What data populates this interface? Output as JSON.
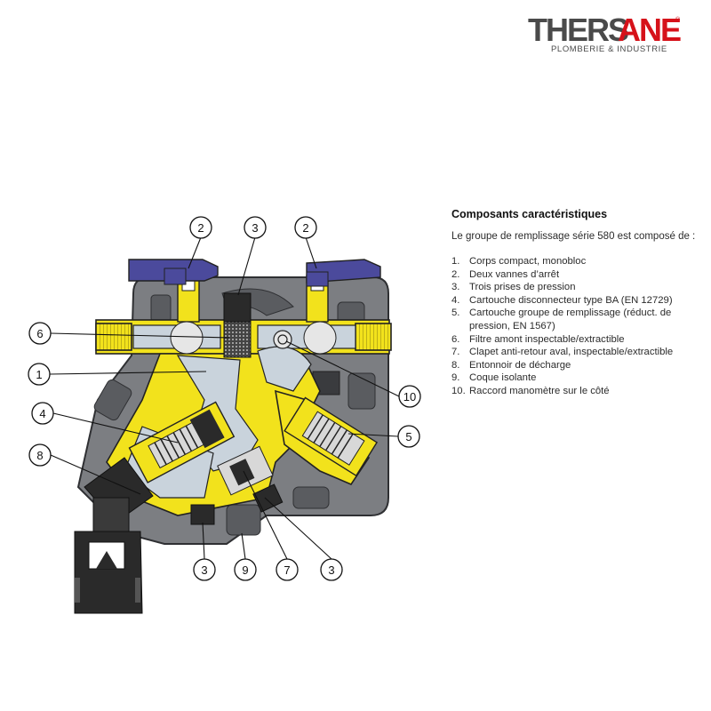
{
  "brand": {
    "name_part1": "THERS",
    "name_part2": "ANE",
    "registered_mark": "®",
    "tagline": "PLOMBERIE & INDUSTRIE",
    "color_dark": "#4a4a4a",
    "color_accent": "#d6121a"
  },
  "legend": {
    "title": "Composants caractéristiques",
    "intro": "Le groupe de remplissage série 580 est composé de :",
    "items": [
      {
        "num": "1.",
        "text": "Corps compact, monobloc"
      },
      {
        "num": "2.",
        "text": "Deux vannes d’arrêt"
      },
      {
        "num": "3.",
        "text": "Trois prises de pression"
      },
      {
        "num": "4.",
        "text": "Cartouche disconnecteur type BA (EN 12729)"
      },
      {
        "num": "5.",
        "text": "Cartouche groupe de remplissage (réduct. de pression, EN 1567)"
      },
      {
        "num": "6.",
        "text": "Filtre amont inspectable/extractible"
      },
      {
        "num": "7.",
        "text": "Clapet anti-retour aval, inspectable/extractible"
      },
      {
        "num": "8.",
        "text": "Entonnoir de décharge"
      },
      {
        "num": "9.",
        "text": "Coque isolante"
      },
      {
        "num": "10.",
        "text": "Raccord manomètre sur le côté"
      }
    ]
  },
  "callouts": {
    "c2a": "2",
    "c3a": "3",
    "c2b": "2",
    "c6": "6",
    "c1": "1",
    "c4": "4",
    "c8": "8",
    "c10": "10",
    "c5": "5",
    "c3b": "3",
    "c9": "9",
    "c7": "7",
    "c3c": "3"
  },
  "colors": {
    "insulation": "#7c7e82",
    "insulation_dark": "#5a5c60",
    "brass": "#f2e21c",
    "water": "#c9d3dc",
    "handle": "#4b4a9c",
    "black_part": "#2a2a2a",
    "spring": "#d8d8d8"
  }
}
